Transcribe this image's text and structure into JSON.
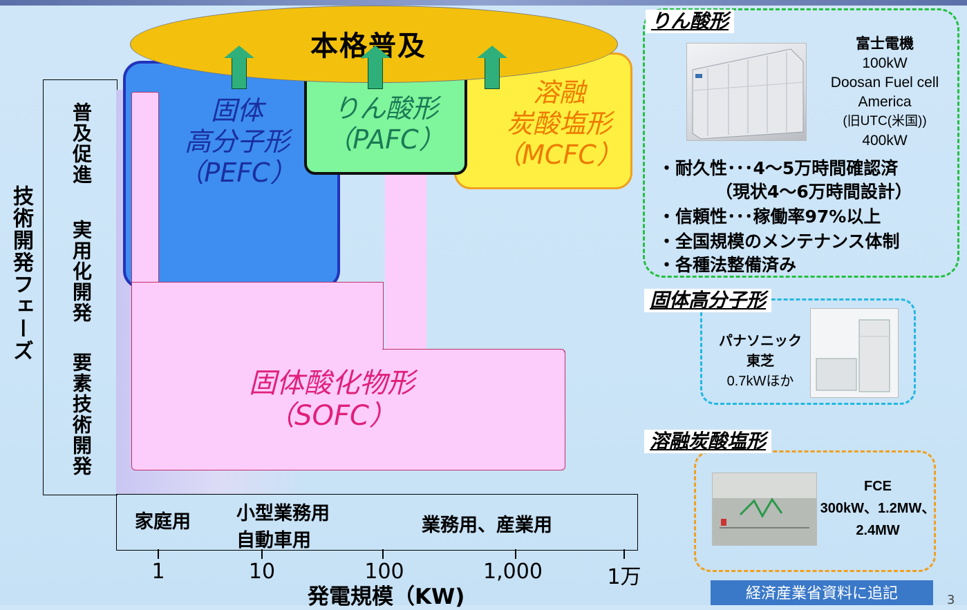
{
  "diagram": {
    "top_goal": "本格普及",
    "y_axis_title": "技術開発フェーズ",
    "y_phases": [
      "普及促進",
      "実用化開発",
      "要素技術開発"
    ],
    "x_axis_title": "発電規模（KW)",
    "x_ticks": [
      "1",
      "10",
      "100",
      "1,000",
      "1万"
    ],
    "use_segments": {
      "home": "家庭用",
      "small_biz_line1": "小型業務用",
      "small_biz_line2": "自動車用",
      "industrial": "業務用、産業用"
    },
    "fuel_cells": {
      "pefc": {
        "line1": "固体",
        "line2": "高分子形",
        "line3": "（PEFC）"
      },
      "pafc": {
        "line1": "りん酸形",
        "line2": "（PAFC）"
      },
      "mcfc": {
        "line1": "溶融",
        "line2": "炭酸塩形",
        "line3": "（MCFC）"
      },
      "sofc": {
        "line1": "固体酸化物形",
        "line2": "（SOFC）"
      }
    }
  },
  "panels": {
    "pafc": {
      "title": "りん酸形",
      "maker_lines": [
        "富士電機",
        "100kW",
        "Doosan Fuel cell",
        "America",
        "(旧UTC(米国))",
        "400kW"
      ],
      "bullets": [
        "・耐久性･･･4～5万時間確認済",
        "（現状4～6万時間設計）",
        "・信頼性･･･稼働率97%以上",
        "・全国規模のメンテナンス体制",
        "・各種法整備済み"
      ]
    },
    "pefc": {
      "title": "固体高分子形",
      "maker_lines": [
        "パナソニック",
        "東芝",
        "0.7kWほか"
      ]
    },
    "mcfc": {
      "title": "溶融炭酸塩形",
      "maker_lines": [
        "FCE",
        "300kW、1.2MW、",
        "2.4MW"
      ]
    }
  },
  "source_note": "経済産業省資料に追記",
  "page_number": "3",
  "colors": {
    "pefc_fill": "#3d8ef0",
    "pefc_border": "#2233bb",
    "pafc_fill": "#7ff59c",
    "mcfc_fill": "#ffef40",
    "mcfc_border": "#f0a020",
    "sofc_fill": "#fccdfa",
    "goal_fill": "#f3c10d",
    "pafc_panel_border": "#22c040",
    "pefc_panel_border": "#22b8e0",
    "mcfc_panel_border": "#f0a020"
  }
}
